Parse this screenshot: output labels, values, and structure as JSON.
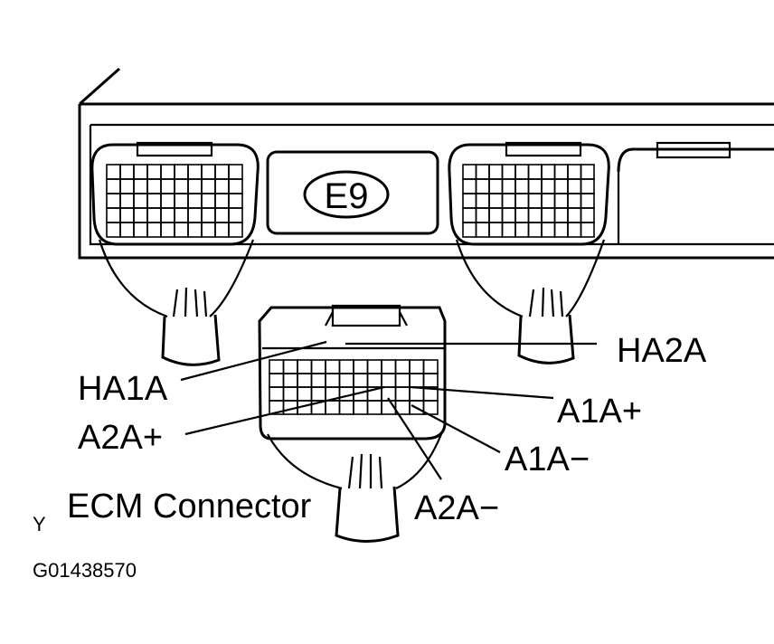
{
  "diagram": {
    "badge": "E9",
    "labels": {
      "ha2a": "HA2A",
      "ha1a": "HA1A",
      "a1a_plus": "A1A+",
      "a2a_plus": "A2A+",
      "a1a_minus": "A1A−",
      "a2a_minus": "A2A−",
      "caption": "ECM Connector",
      "corner_mark": "Y",
      "figure_id": "G01438570"
    }
  }
}
